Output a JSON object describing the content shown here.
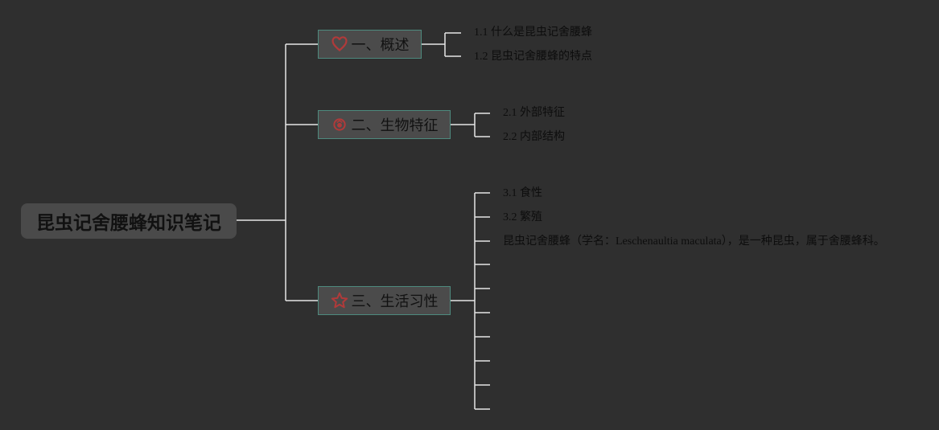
{
  "root": {
    "label": "昆虫记舍腰蜂知识笔记"
  },
  "colors": {
    "background": "#2f2f2f",
    "connector": "#e6e6e6",
    "branch_border": "#4e8a7e",
    "icon_red": "#b03a3a"
  },
  "branches": [
    {
      "label": "一、概述",
      "icon": "heart-icon",
      "leaves": [
        "1.1 什么是昆虫记舍腰蜂",
        "1.2 昆虫记舍腰蜂的特点"
      ]
    },
    {
      "label": "二、生物特征",
      "icon": "flower-icon",
      "leaves": [
        "2.1 外部特征",
        "2.2 内部结构"
      ]
    },
    {
      "label": "三、生活习性",
      "icon": "star-icon",
      "leaves": [
        "3.1 食性",
        "3.2 繁殖",
        "昆虫记舍腰蜂（学名：Leschenaultia maculata），是一种昆虫，属于舍腰蜂科。",
        "",
        "",
        "",
        "",
        "",
        "",
        ""
      ]
    }
  ]
}
